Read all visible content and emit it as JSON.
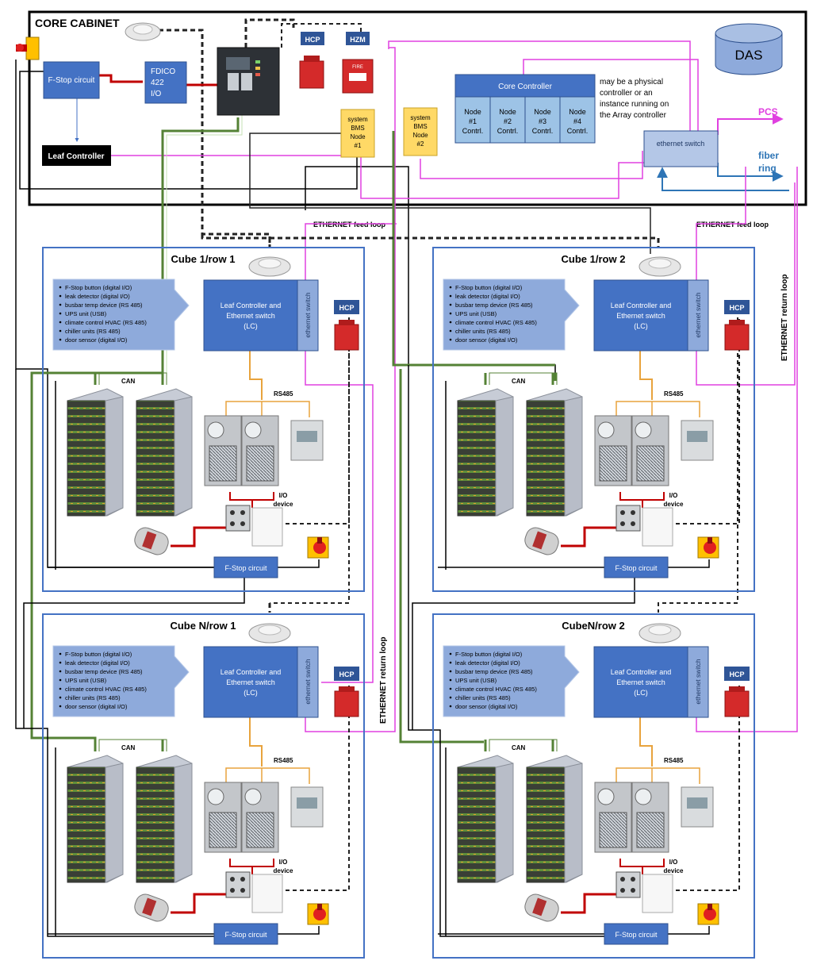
{
  "core": {
    "title": "CORE CABINET",
    "fstop": "F-Stop circuit",
    "fdico": [
      "FDICO",
      "422",
      "I/O"
    ],
    "leaf_controller": "Leaf Controller",
    "hcp": "HCP",
    "hzm": "HZM",
    "bms1": [
      "system",
      "BMS",
      "Node",
      "#1"
    ],
    "bms2": [
      "system",
      "BMS",
      "Node",
      "#2"
    ],
    "core_controller": "Core Controller",
    "nodes": [
      [
        "Node",
        "#1",
        "Contrl."
      ],
      [
        "Node",
        "#2",
        "Contrl."
      ],
      [
        "Node",
        "#3",
        "Contrl."
      ],
      [
        "Node",
        "#4",
        "Contrl."
      ]
    ],
    "note": [
      "may be a physical",
      "controller or an",
      "instance running on",
      "the Array controller"
    ],
    "ethernet_switch": "ethernet switch",
    "das": "DAS",
    "pcs": "PCS",
    "fiber": [
      "fiber",
      "ring"
    ]
  },
  "links": {
    "feed_loop": "ETHERNET feed loop",
    "return_loop": "ETHERNET return loop"
  },
  "cube_common": {
    "devices": [
      "F-Stop button (digital I/O)",
      "leak detector (digital I/O)",
      "busbar temp device (RS 485)",
      "UPS unit (USB)",
      "climate control HVAC (RS 485)",
      "chiller units (RS 485)",
      "door sensor (digital I/O)"
    ],
    "lc": [
      "Leaf Controller and",
      "Ethernet switch",
      "(LC)"
    ],
    "eth_switch": "ethernet switch",
    "hcp": "HCP",
    "can": "CAN",
    "rs485": "RS485",
    "io_device": [
      "I/O",
      "device"
    ],
    "fstop": "F-Stop circuit"
  },
  "cubes": [
    {
      "title": "Cube 1/row 1"
    },
    {
      "title": "Cube 1/row 2"
    },
    {
      "title": "Cube N/row 1"
    },
    {
      "title": "CubeN/row 2"
    }
  ],
  "colors": {
    "blue_box": "#4472c4",
    "dark_box": "#2e5aa8",
    "light_box": "#8eaadb",
    "panel_blue": "#9dc3e6",
    "orange_box": "#ffd966",
    "magenta": "#e040e0",
    "green": "#548235",
    "red": "#c00000",
    "orange": "#e8a33d"
  }
}
